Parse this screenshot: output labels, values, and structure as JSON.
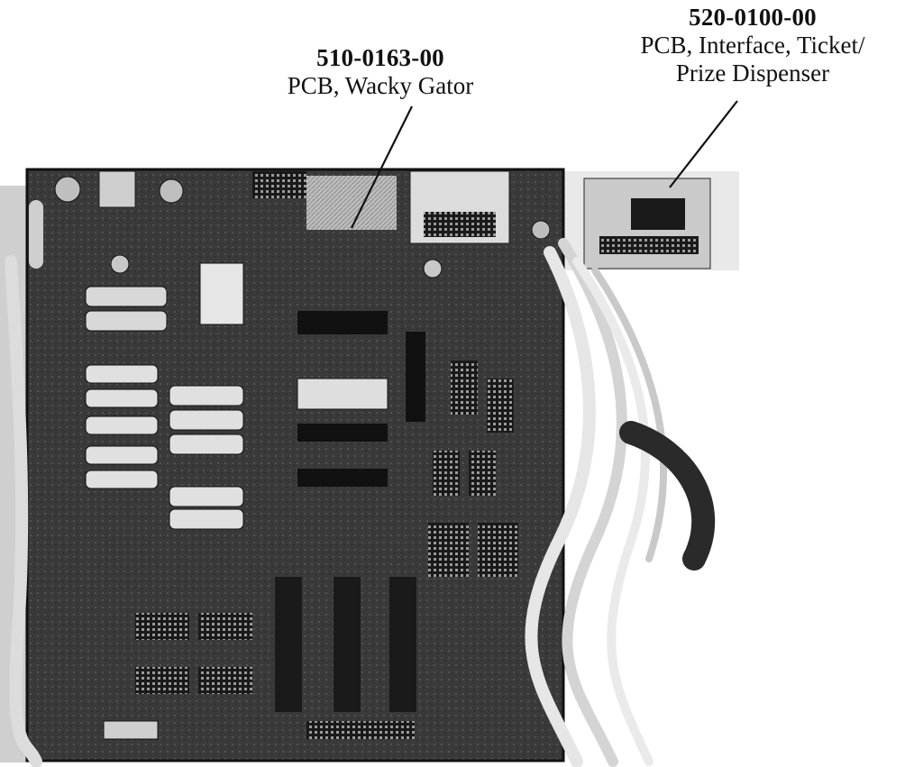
{
  "callouts": [
    {
      "part_number": "510-0163-00",
      "description": "PCB, Wacky Gator"
    },
    {
      "part_number": "520-0100-00",
      "description_line1": "PCB, Interface, Ticket/",
      "description_line2": "Prize Dispenser"
    }
  ],
  "colors": {
    "background": "#ffffff",
    "board_dark": "#2a2a2a",
    "board_mid": "#555555",
    "component_light": "#d8d8d8",
    "chip_black": "#1a1a1a",
    "wire_light": "#e6e6e6",
    "leader_line": "#111111"
  }
}
